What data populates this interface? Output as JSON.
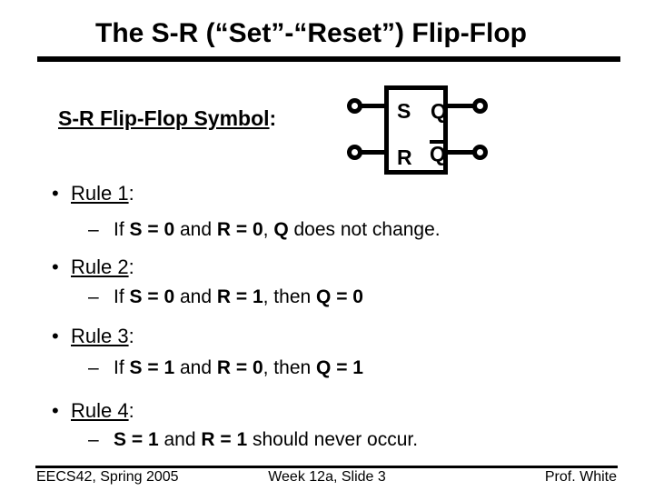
{
  "title": "The S-R (“Set”-“Reset”) Flip-Flop",
  "symbol_caption": {
    "label": "S-R Flip-Flop Symbol",
    "colon": ":"
  },
  "diagram": {
    "set_input_label": "S",
    "output_label": "Q",
    "reset_input_label": "R",
    "inverted_output_label": "Q"
  },
  "markers": {
    "bullet": "•",
    "dash": "–"
  },
  "rules": [
    {
      "heading": "Rule 1",
      "colon": ":",
      "detail": [
        {
          "text": "If ",
          "bold": false
        },
        {
          "text": "S = 0",
          "bold": true
        },
        {
          "text": " and ",
          "bold": false
        },
        {
          "text": "R = 0",
          "bold": true
        },
        {
          "text": ", ",
          "bold": false
        },
        {
          "text": "Q",
          "bold": true
        },
        {
          "text": " does not change.",
          "bold": false
        }
      ]
    },
    {
      "heading": "Rule 2",
      "colon": ":",
      "detail": [
        {
          "text": "If ",
          "bold": false
        },
        {
          "text": "S = 0",
          "bold": true
        },
        {
          "text": " and ",
          "bold": false
        },
        {
          "text": "R = 1",
          "bold": true
        },
        {
          "text": ", then ",
          "bold": false
        },
        {
          "text": "Q = 0",
          "bold": true
        }
      ]
    },
    {
      "heading": "Rule 3",
      "colon": ":",
      "detail": [
        {
          "text": "If ",
          "bold": false
        },
        {
          "text": "S = 1",
          "bold": true
        },
        {
          "text": " and ",
          "bold": false
        },
        {
          "text": "R = 0",
          "bold": true
        },
        {
          "text": ", then ",
          "bold": false
        },
        {
          "text": "Q = 1",
          "bold": true
        }
      ]
    },
    {
      "heading": "Rule 4",
      "colon": ":",
      "detail": [
        {
          "text": "S = 1",
          "bold": true
        },
        {
          "text": " and ",
          "bold": false
        },
        {
          "text": "R = 1",
          "bold": true
        },
        {
          "text": " should never occur.",
          "bold": false
        }
      ]
    }
  ],
  "footer": {
    "left": "EECS42, Spring 2005",
    "center": "Week 12a, Slide 3",
    "right": "Prof. White"
  },
  "colors": {
    "text": "#000000",
    "background": "#ffffff"
  }
}
